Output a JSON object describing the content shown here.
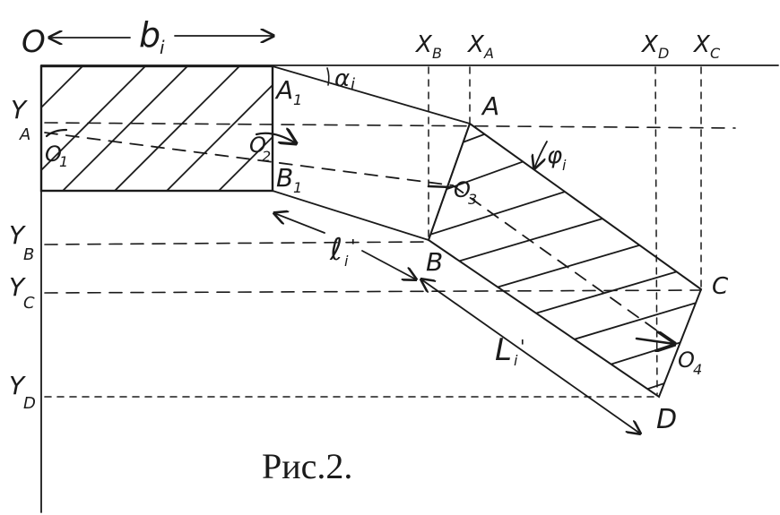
{
  "figure": {
    "caption": "Рис.2.",
    "labels": {
      "origin": "O",
      "width": "b",
      "width_sub": "i",
      "alpha": "α",
      "alpha_sub": "i",
      "phi": "φ",
      "phi_sub": "i",
      "A1": "A",
      "A1_sub": "1",
      "B1": "B",
      "B1_sub": "1",
      "A": "A",
      "B": "B",
      "C": "C",
      "D": "D",
      "O1": "O",
      "O1_sub": "1",
      "O2": "O",
      "O2_sub": "2",
      "O3": "O",
      "O3_sub": "3",
      "O4": "O",
      "O4_sub": "4",
      "len_short": "ℓ",
      "len_short_sub": "i",
      "len_short_prime": "'",
      "len_long": "L",
      "len_long_sub": "i",
      "len_long_prime": "'",
      "XB": "X",
      "XB_sub": "B",
      "XA": "X",
      "XA_sub": "A",
      "XD": "X",
      "XD_sub": "D",
      "XC": "X",
      "XC_sub": "C",
      "YA": "Y",
      "YA_sub": "A",
      "YB": "Y",
      "YB_sub": "B",
      "YC": "Y",
      "YC_sub": "C",
      "YD": "Y",
      "YD_sub": "D"
    }
  }
}
